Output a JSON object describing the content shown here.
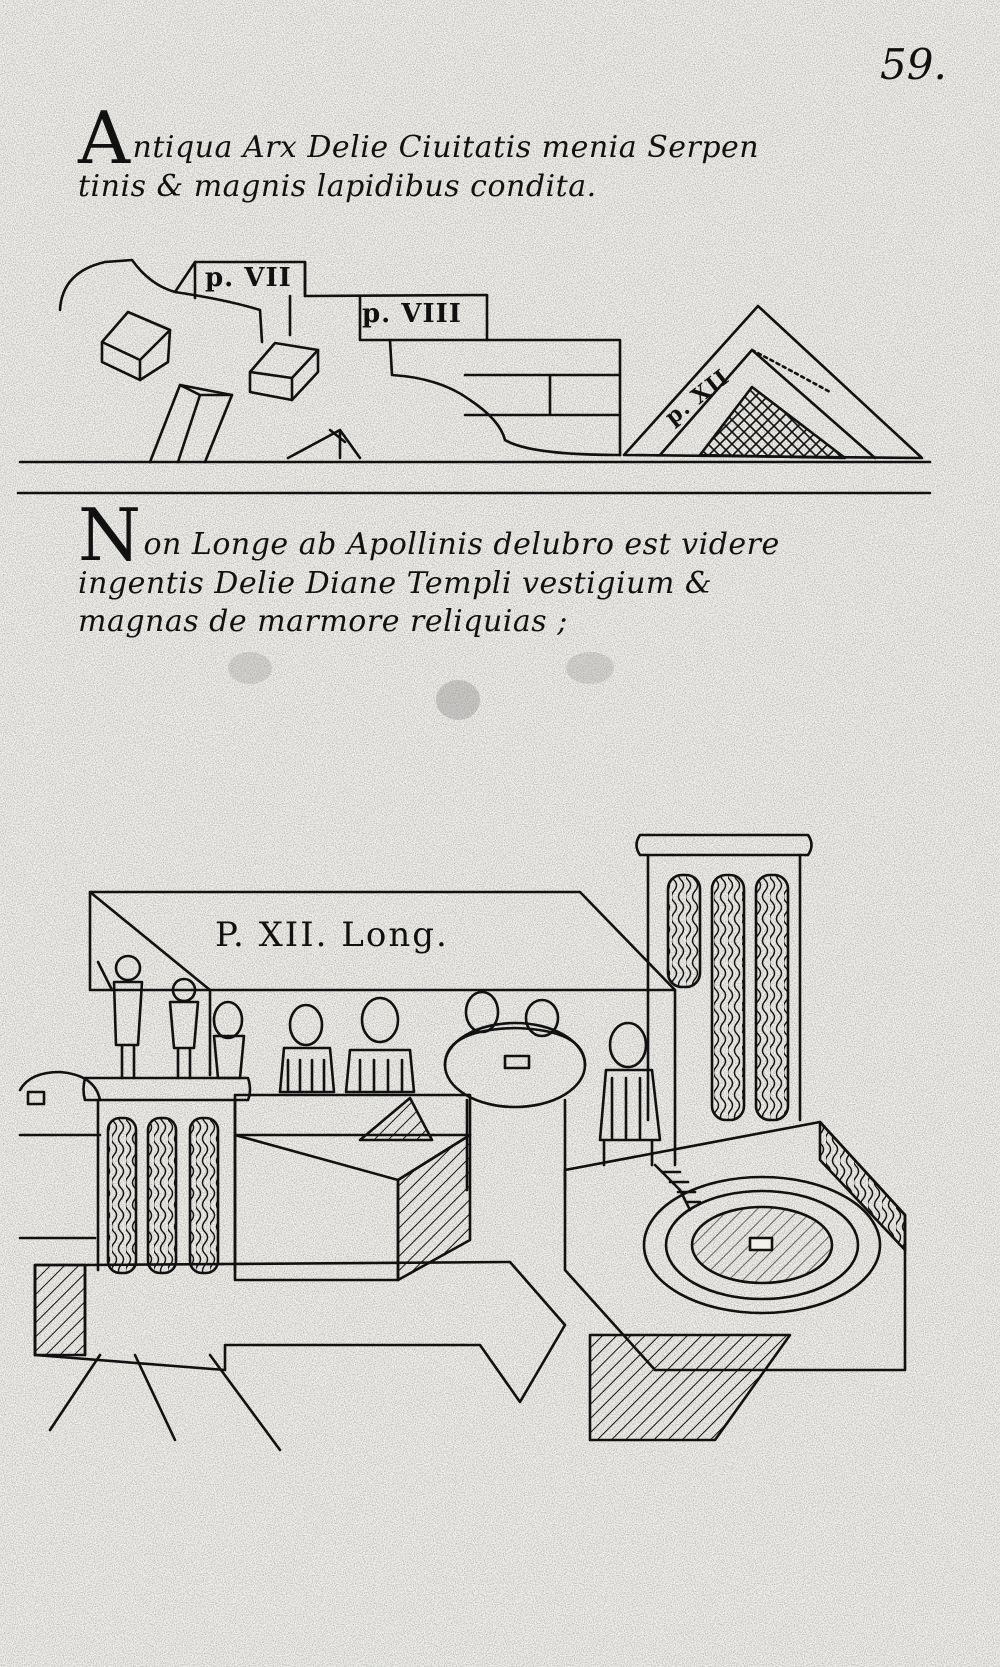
{
  "page": {
    "folio": "59."
  },
  "section_1": {
    "initial": "A",
    "lines": [
      "ntiqua Arx Delie Ciuitatis menia Serpen",
      "tinis & magnis lapidibus condita."
    ],
    "labels": {
      "block_a": "p. VII",
      "block_b": "p. VIII",
      "pediment": "p. XII"
    }
  },
  "section_2": {
    "initial": "N",
    "lines": [
      "on Longe ab Apollinis delubro est videre",
      "ingentis Delie Diane Templi vestigium &",
      "magnas de marmore reliquias ;"
    ],
    "labels": {
      "temple": "P. XII. Long."
    }
  },
  "colors": {
    "ink": "#111111",
    "paper": "#f1f0ec"
  }
}
